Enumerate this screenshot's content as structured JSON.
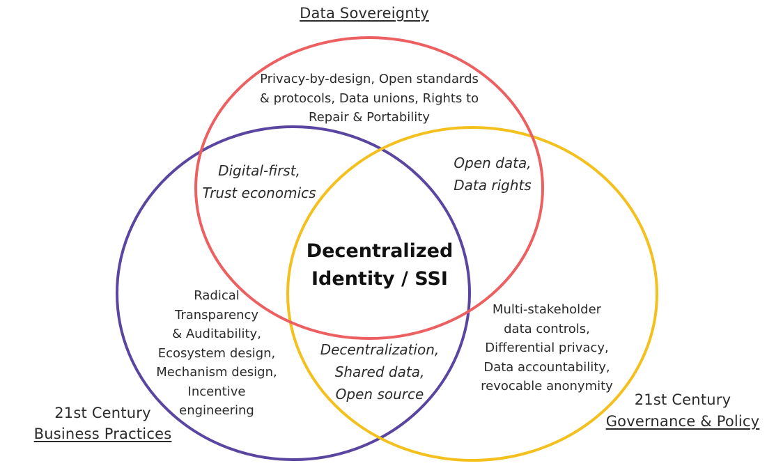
{
  "colors": {
    "data_sovereignty": "#ec6062",
    "business_practices": "#5a46a0",
    "governance_policy": "#f3c01d"
  },
  "circles": {
    "data_sovereignty": {
      "title": "Data Sovereignty",
      "only": [
        "Privacy-by-design, Open standards",
        "& protocols, Data unions, Rights to",
        "Repair & Portability"
      ]
    },
    "business_practices": {
      "title_line1": "21st Century",
      "title_line2": "Business Practices",
      "only": [
        "Radical",
        "Transparency",
        "& Auditability,",
        "Ecosystem design,",
        "Mechanism design,",
        "Incentive",
        "engineering"
      ]
    },
    "governance_policy": {
      "title_line1": "21st Century",
      "title_line2": "Governance & Policy",
      "only": [
        "Multi-stakeholder",
        "data controls,",
        "Differential privacy,",
        "Data accountability,",
        "revocable anonymity"
      ]
    }
  },
  "overlaps": {
    "sovereignty_business": [
      "Digital-first,",
      "Trust economics"
    ],
    "sovereignty_governance": [
      "Open data,",
      "Data rights"
    ],
    "business_governance": [
      "Decentralization,",
      "Shared data,",
      "Open source"
    ],
    "center": [
      "Decentralized",
      "Identity / SSI"
    ]
  }
}
